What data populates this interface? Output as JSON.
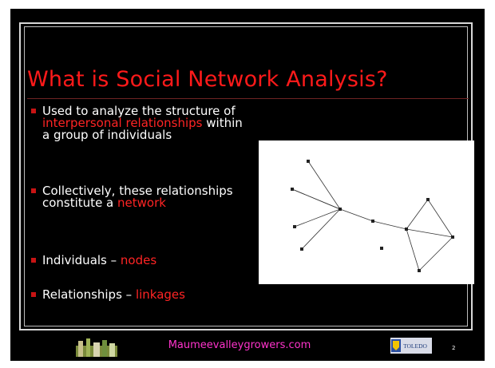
{
  "slide": {
    "title": "What is Social Network Analysis?",
    "bullets": [
      {
        "before": "Used to analyze the structure of ",
        "highlight": "interpersonal relationships",
        "after": " within a group of individuals"
      },
      {
        "before": "Collectively, these relationships constitute a ",
        "highlight": "network",
        "after": ""
      },
      {
        "before": "Individuals – ",
        "highlight": "nodes",
        "after": ""
      },
      {
        "before": "Relationships – ",
        "highlight": "linkages",
        "after": ""
      }
    ],
    "footer": {
      "website": "Maumeevalleygrowers.com",
      "page_number": "2",
      "right_logo_text": "TOLEDO"
    }
  },
  "colors": {
    "background": "#000000",
    "title": "#ff1a1a",
    "highlight": "#ff2424",
    "footer_link": "#ff33cc"
  },
  "icons": {
    "bullet": "square-bullet-icon",
    "left_logo": "maumee-valley-growers-logo",
    "right_logo": "university-of-toledo-logo"
  }
}
